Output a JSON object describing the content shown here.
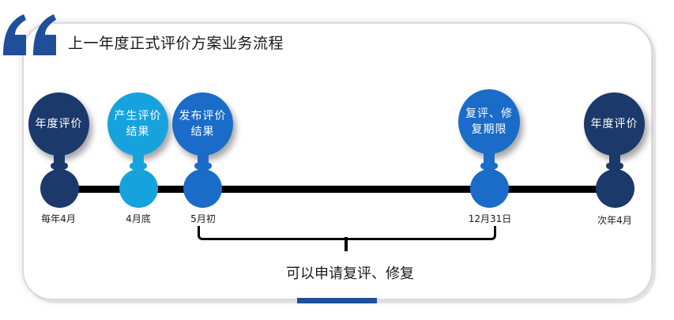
{
  "title": "上一年度正式评价方案业务流程",
  "colors": {
    "dark_navy": "#1b3a6b",
    "sky_blue": "#16a3dd",
    "mid_blue": "#1a6cc8",
    "timeline": "#000000",
    "accent": "#1f4e9a"
  },
  "stages": [
    {
      "label": "年度评价",
      "date": "每年4月",
      "color": "dark_navy"
    },
    {
      "label": "产生评价结果",
      "date": "4月底",
      "color": "sky_blue"
    },
    {
      "label": "发布评价结果",
      "date": "5月初",
      "color": "mid_blue"
    },
    {
      "label": "复评、修复期限",
      "date": "12月31日",
      "color": "mid_blue"
    },
    {
      "label": "年度评价",
      "date": "次年4月",
      "color": "dark_navy"
    }
  ],
  "bracket_note": "可以申请复评、修复",
  "icon": "quote-mark-icon"
}
